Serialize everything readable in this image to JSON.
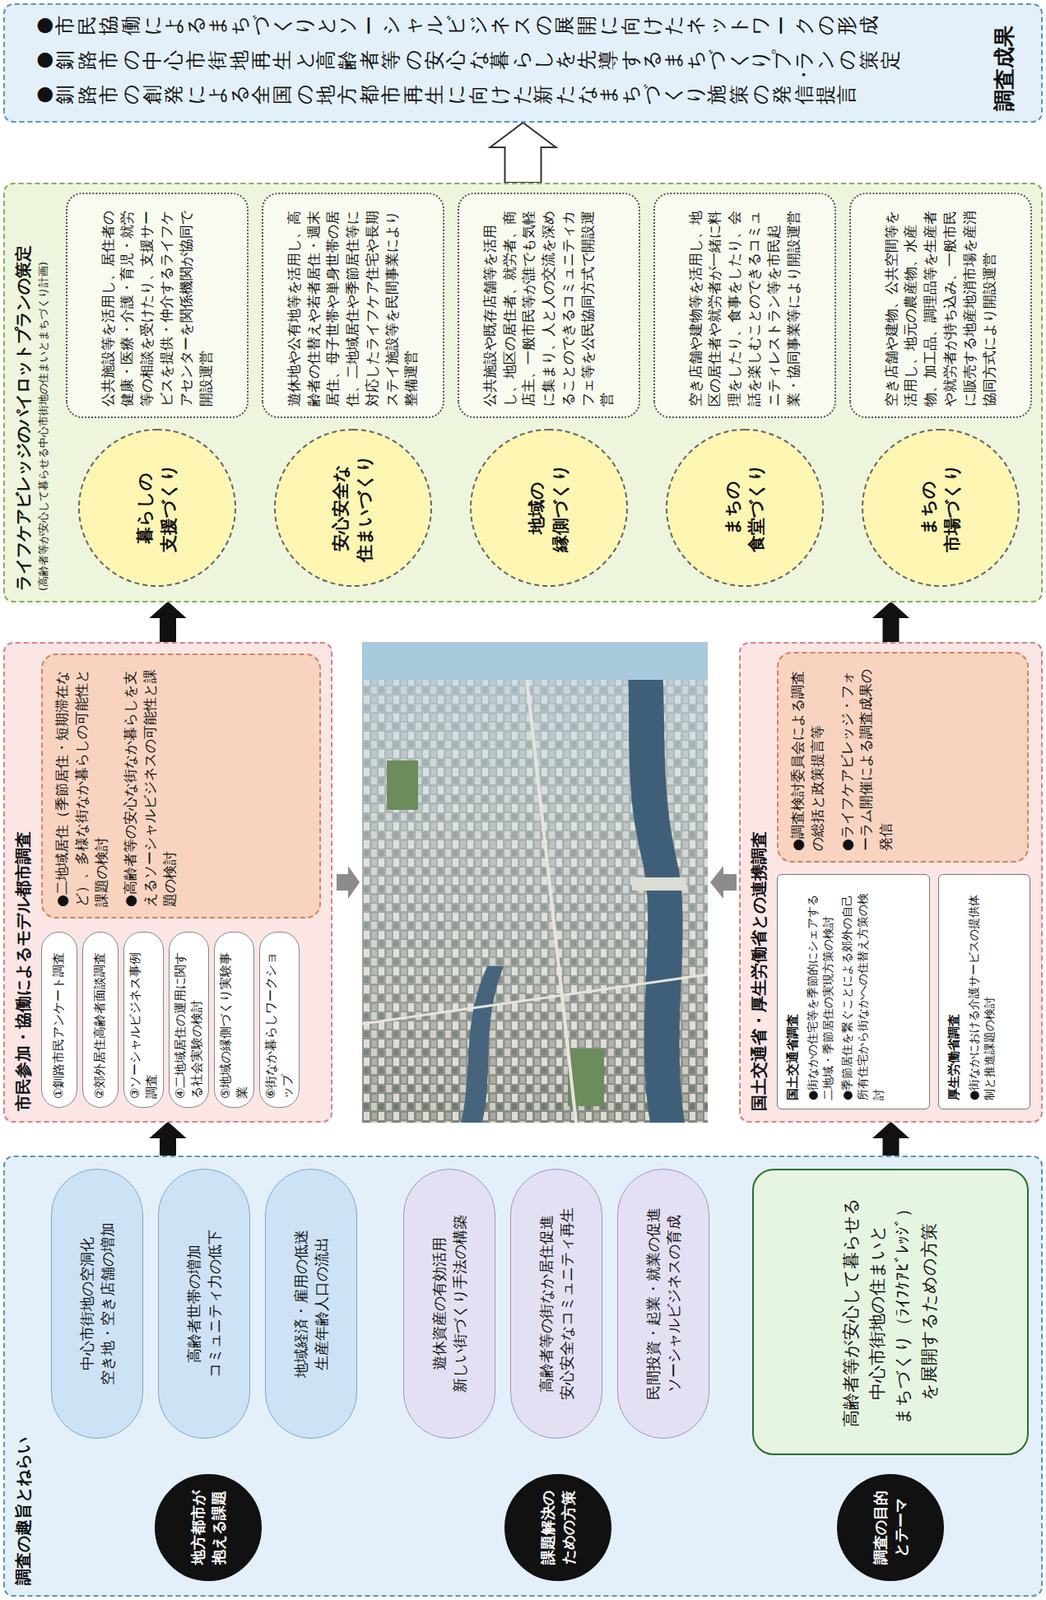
{
  "diagram": {
    "nodes": [
      {
        "text": [
          "調査の趣旨とねらい"
        ]
      },
      {
        "text": [
          "地方都市が 抱える課題"
        ],
        "in": 0
      },
      {
        "text": [
          "中心市街地の空洞化 空き地・空き店舗の増加"
        ],
        "in": 0
      },
      {
        "text": [
          "高齢者世帯の増加 コミュニティ力の低下"
        ],
        "in": 0
      },
      {
        "text": [
          "地域経済・雇用の低迷 生産年齢人口の流出"
        ],
        "in": 0
      },
      {
        "text": [
          "課題解決の ための方策"
        ],
        "in": 0
      },
      {
        "text": [
          "遊休資産の有効活用 新しい街づくり手法の構築"
        ],
        "in": 0
      },
      {
        "text": [
          "高齢者等の街なか居住促進 安心安全なコミュニティ再生"
        ],
        "in": 0
      },
      {
        "text": [
          "民間投資・起業・就業の促進 ソーシャルビジネスの育成"
        ],
        "in": 0
      },
      {
        "text": [
          "調査の目的 とテーマ"
        ],
        "in": 0
      },
      {
        "text": [
          "高齢者等が安心して暮らせる 中心市街地の住まいと まちづくり（ﾗｲﾌｹｱﾋﾞﾚｯｼﾞ） を展開するための方策"
        ],
        "in": 0
      },
      {
        "text": [
          "市民参加・協働によるモデル都市調査"
        ]
      },
      {
        "text": [
          "①釧路市民アンケート調査"
        ],
        "in": 11
      },
      {
        "text": [
          "②郊外居住高齢者面談調査"
        ],
        "in": 11
      },
      {
        "text": [
          "③ソーシャルビジネス事例調査"
        ],
        "in": 11
      },
      {
        "text": [
          "④二地域居住の運用に関する社会実験の検討"
        ],
        "in": 11
      },
      {
        "text": [
          "⑤地域の縁側づくり実験事業"
        ],
        "in": 11
      },
      {
        "text": [
          "⑥街なか暮らしワークショップ"
        ],
        "in": 11
      },
      {
        "text": [
          "●二地域居住（季節居住・短期滞在など）、多様な街なか暮らしの可能性と課題の検討",
          "●高齢者等の安心な街なか暮らしを支えるソーシャルビジネスの可能性と課題の検討"
        ],
        "in": 11
      },
      {
        "text": [
          "国土交通省・厚生労働省との連携調査"
        ]
      },
      {
        "text": [
          "国土交通省調査",
          "●街なかの住宅等を季節的にシェアする二地域・季節居住の実現方策の検討",
          "●季節居住を繋ぐことによる郊外の自己所有住宅から街なかへの住替え方策の検討"
        ],
        "in": 19
      },
      {
        "text": [
          "厚生労働省調査",
          "●街なかにおける介護サービスの提供体制と推進課題の検討"
        ],
        "in": 19
      },
      {
        "text": [
          "●調査検討委員会による調査の総括と政策提言等",
          "●ライフケアビレッジ・フォーラム開催による調査成果の発信"
        ],
        "in": 19
      },
      {
        "text": [
          "ライフケアビレッジのパイロットプランの策定",
          "(高齢者等が安心して暮らせる中心市街地の住まいとまちづくり計画)"
        ]
      },
      {
        "text": [
          "暮らしの 支援づくり"
        ],
        "in": 23
      },
      {
        "text": [
          "公共施設等を活用し、居住者の健康・医療・介護・育児・就労等の相談を受けたり、支援サービスを提供・仲介するライフケアセンターを関係機関が協同で開設運営"
        ],
        "in": 23
      },
      {
        "text": [
          "安心安全な 住まいづくり"
        ],
        "in": 23
      },
      {
        "text": [
          "遊休地や公有地等を活用し、高齢者の住替えや若者居住・週末居住、母子世帯や単身世帯の居住、二地域居住や季節居住等に対応したライフケア住宅や長期ステイ施設等を民間事業により整備運営"
        ],
        "in": 23
      },
      {
        "text": [
          "地域の 縁側づくり"
        ],
        "in": 23
      },
      {
        "text": [
          "公共施設や既存店舗等を活用し、地区の居住者、就労者、商店主、一般市民等が誰でも気軽に集まり、人と人の交流を深めることのできるコミュニティカフェ等を公民協同方式で開設運営"
        ],
        "in": 23
      },
      {
        "text": [
          "まちの 食堂づくり"
        ],
        "in": 23
      },
      {
        "text": [
          "空き店舗や建物等を活用し、地区の居住者や就労者が一緒に料理をしたり、食事をしたり、会話を楽しむことのできるコミュニティレストラン等を市民起業・協同事業等により開設運営"
        ],
        "in": 23
      },
      {
        "text": [
          "まちの 市場づくり"
        ],
        "in": 23
      },
      {
        "text": [
          "空き店舗や建物、公共空間等を活用し、地元の農産物、水産物、加工品、調理品等を生産者や就労者が持ち込み、一般市民に販売する地産地消市場を産消協同方式により開設運営"
        ],
        "in": 23
      },
      {
        "text": [
          "調査成果",
          "●市民協働によるまちづくりとソーシャルビジネスの展開に向けたネットワークの形成",
          "●釧路市の中心市街地再生と高齢者等の安心な暮らしを先導するまちづくりプランの策定",
          "●釧路市の創発による全国の地方都市再生に向けた新たなまちづくり施策の発信・提言"
        ]
      }
    ],
    "edges": [
      {
        "from": 0,
        "to": 11,
        "arrow": "to"
      },
      {
        "from": 0,
        "to": 19,
        "arrow": "to"
      },
      {
        "from": 11,
        "to": 23,
        "arrow": "to"
      },
      {
        "from": 19,
        "to": 23,
        "arrow": "to"
      },
      {
        "from": 23,
        "to": 34,
        "arrow": "to"
      }
    ]
  }
}
